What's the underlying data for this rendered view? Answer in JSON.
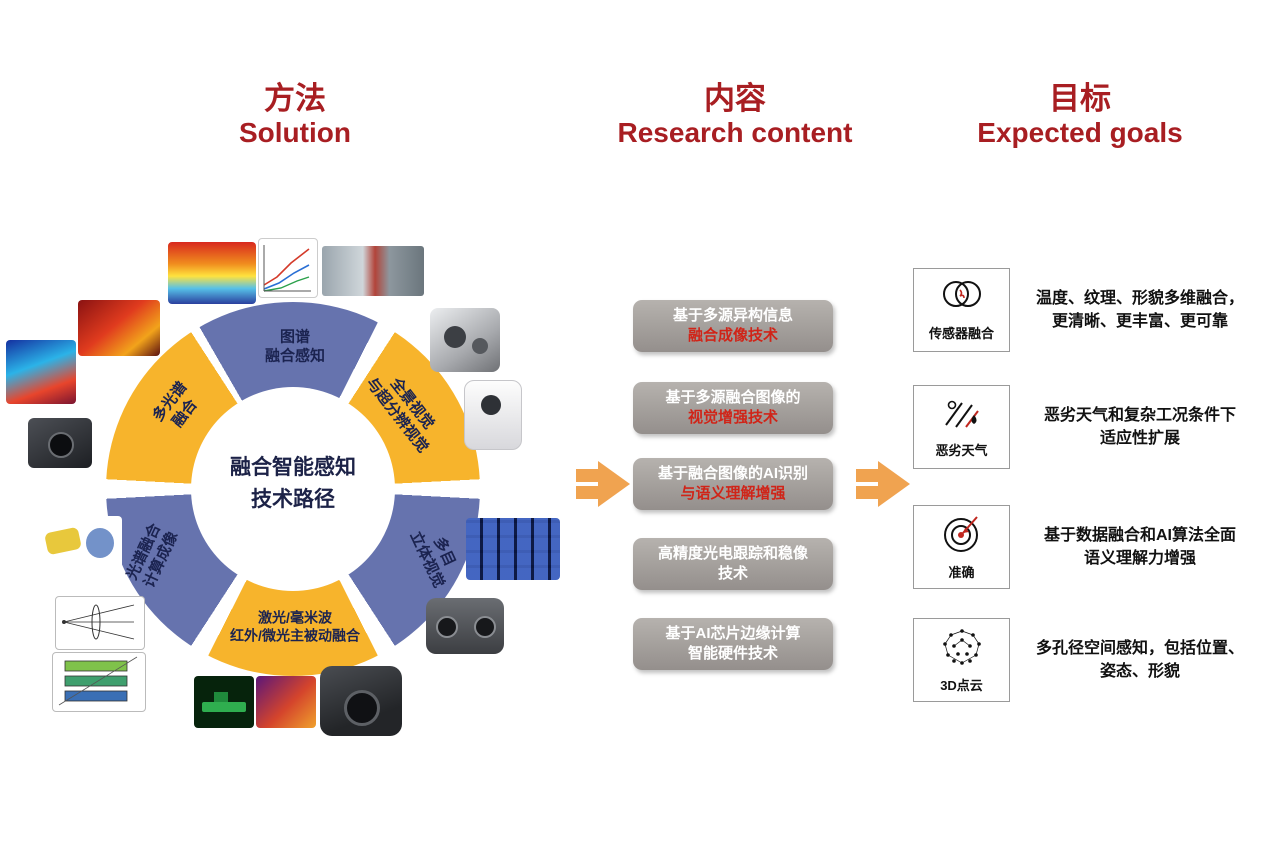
{
  "headers": {
    "solution": {
      "zh": "方法",
      "en": "Solution"
    },
    "content": {
      "zh": "内容",
      "en": "Research content"
    },
    "goals": {
      "zh": "目标",
      "en": "Expected goals"
    }
  },
  "ring": {
    "center": {
      "line1": "融合智能感知",
      "line2": "技术路径"
    },
    "segments": {
      "tupu": {
        "line1": "图谱",
        "line2": "融合感知"
      },
      "quanjing": {
        "line1": "全景视觉",
        "line2": "与超分辨视觉"
      },
      "duomu": {
        "line1": "多目",
        "line2": "立体视觉"
      },
      "jiguang": {
        "line1": "激光/毫米波",
        "line2": "红外/微光主被动融合"
      },
      "guangpu": {
        "line1": "光谱融合",
        "line2": "计算成像"
      },
      "duoguangpu": {
        "line1": "多光谱",
        "line2": "融合"
      }
    },
    "colors": {
      "blue": "#6673ae",
      "yellow": "#f7b42c"
    }
  },
  "research_boxes": [
    {
      "line1": "基于多源异构信息",
      "line2": "融合成像技术"
    },
    {
      "line1": "基于多源融合图像的",
      "line2": "视觉增强技术"
    },
    {
      "line1": "基于融合图像的AI识别",
      "line2": "与语义理解增强"
    },
    {
      "line1": "高精度光电跟踪和稳像",
      "line2": "技术"
    },
    {
      "line1": "基于AI芯片边缘计算",
      "line2": "智能硬件技术"
    }
  ],
  "goals": [
    {
      "icon": "sensor-fusion-icon",
      "label": "传感器融合",
      "desc1": "温度、纹理、形貌多维融合，",
      "desc2": "更清晰、更丰富、更可靠"
    },
    {
      "icon": "bad-weather-icon",
      "label": "恶劣天气",
      "desc1": "恶劣天气和复杂工况条件下",
      "desc2": "适应性扩展"
    },
    {
      "icon": "accuracy-icon",
      "label": "准确",
      "desc1": "基于数据融合和AI算法全面",
      "desc2": "语义理解力增强"
    },
    {
      "icon": "point-cloud-icon",
      "label": "3D点云",
      "desc1": "多孔径空间感知，包括位置、",
      "desc2": "姿态、形貌"
    }
  ],
  "accent_colors": {
    "header_red": "#a81e22",
    "emphasis_red": "#d02418",
    "arrow_orange": "#f0a350"
  }
}
